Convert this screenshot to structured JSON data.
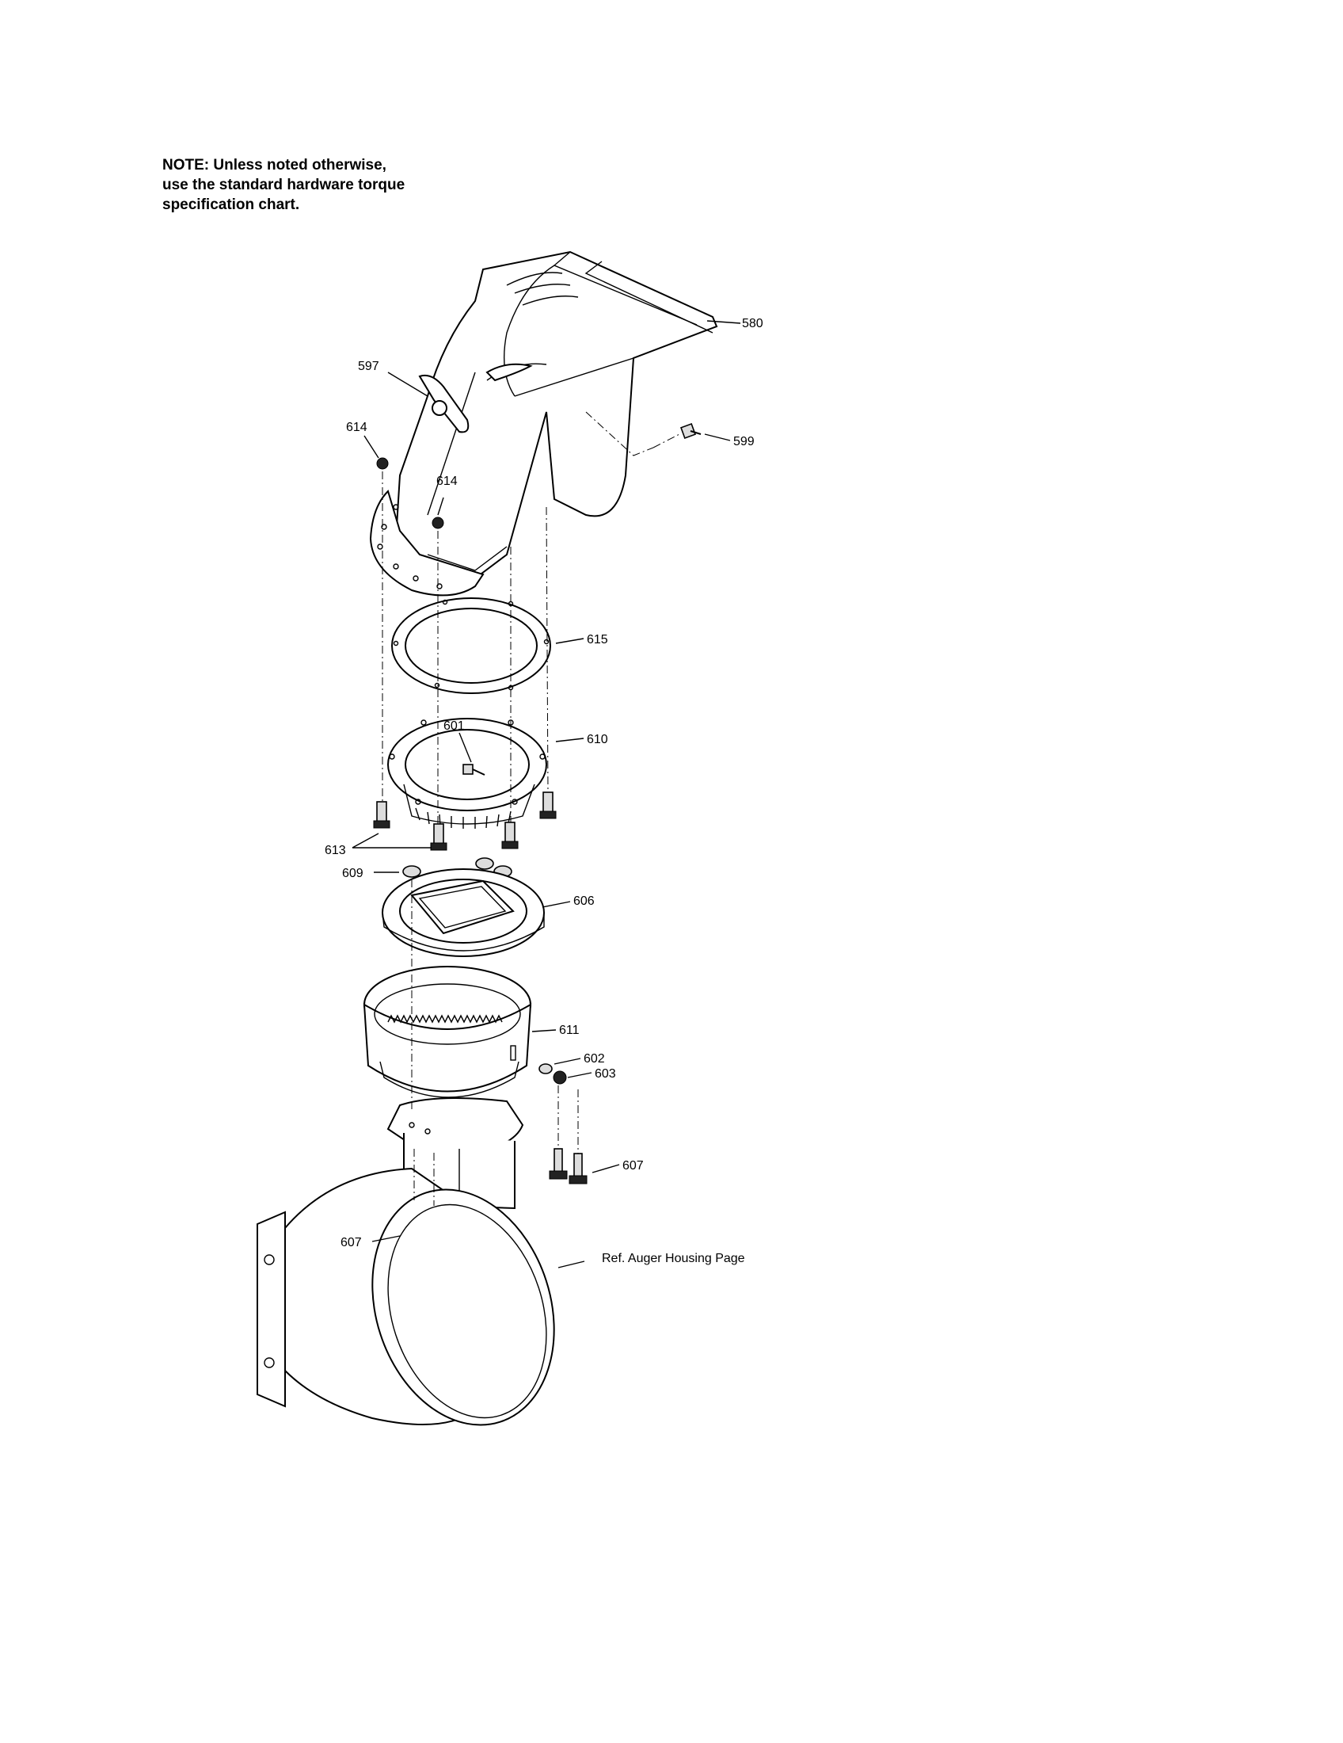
{
  "note": {
    "line1": "NOTE: Unless noted otherwise,",
    "line2": "use the standard hardware torque",
    "line3": "specification chart."
  },
  "labels": {
    "p580": "580",
    "p597": "597",
    "p599": "599",
    "p614a": "614",
    "p614b": "614",
    "p615": "615",
    "p601": "601",
    "p610": "610",
    "p613": "613",
    "p609": "609",
    "p606": "606",
    "p611": "611",
    "p602": "602",
    "p603": "603",
    "p607a": "607",
    "p607b": "607",
    "ref": "Ref. Auger Housing Page"
  }
}
